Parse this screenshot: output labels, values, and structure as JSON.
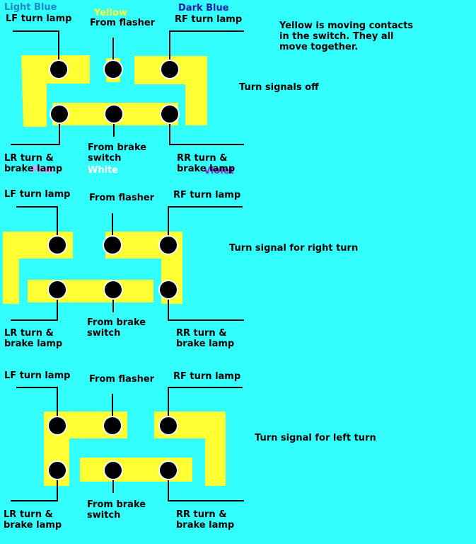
{
  "colors": {
    "background": "#33ffff",
    "contact": "#ffff33",
    "terminal": "#000000",
    "light_blue": "#1e88c8",
    "yellow": "#ffff33",
    "dark_blue": "#1a1ab0",
    "pink": "#ff88ff",
    "white": "#ffffff",
    "violet": "#8a2be2"
  },
  "wire_colors": {
    "light_blue": "Light Blue",
    "yellow": "Yellow",
    "dark_blue": "Dark Blue",
    "pink": "Pink",
    "white": "White",
    "violet": "Violet"
  },
  "note": "Yellow is moving contacts in the switch.  They all move together.",
  "terminals": {
    "lf": "LF turn lamp",
    "flasher": "From flasher",
    "rf": "RF turn lamp",
    "lr": "LR turn & brake lamp",
    "brake": "From brake switch",
    "rr": "RR turn & brake lamp"
  },
  "diagrams": [
    {
      "id": "off",
      "caption": "Turn signals off"
    },
    {
      "id": "right",
      "caption": "Turn signal for right turn"
    },
    {
      "id": "left",
      "caption": "Turn signal for left turn"
    }
  ]
}
